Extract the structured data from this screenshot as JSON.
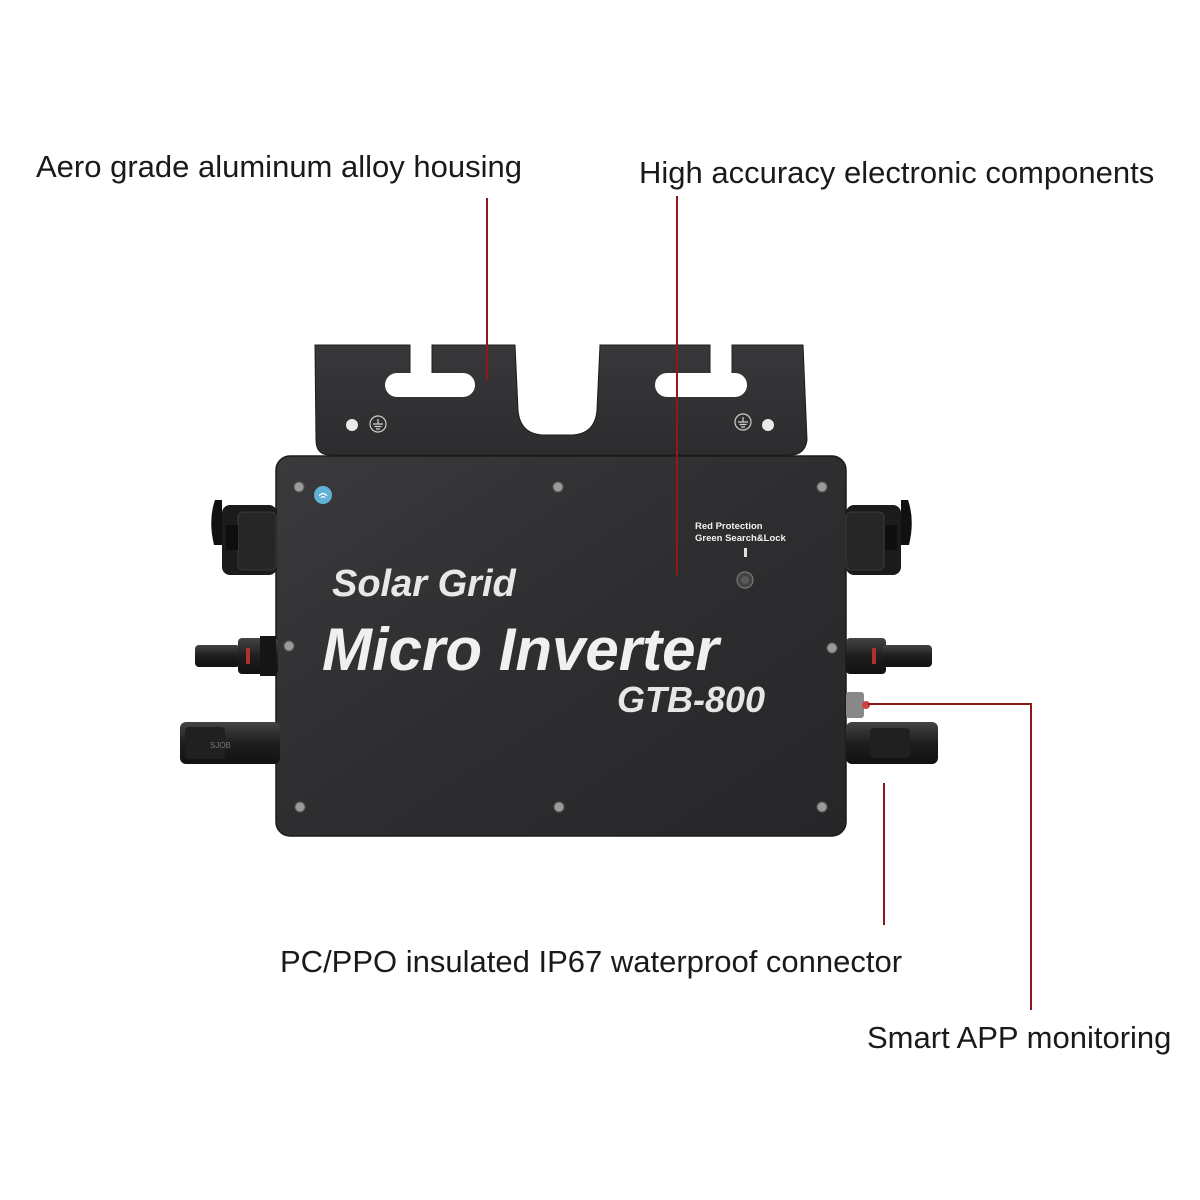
{
  "callouts": {
    "housing": "Aero grade aluminum alloy housing",
    "components": "High accuracy electronic components",
    "connector": "PC/PPO insulated IP67 waterproof connector",
    "app": "Smart APP monitoring"
  },
  "device": {
    "brand_line": "Solar Grid",
    "product_name": "Micro Inverter",
    "model": "GTB-800",
    "status_line_1": "Red Protection",
    "status_line_2": "Green Search&Lock",
    "body_color": "#2f2f31",
    "bracket_color": "#333335",
    "leader_color": "#8b1a1a"
  },
  "icons": [
    "ground-icon",
    "wifi-badge-icon",
    "status-led-icon",
    "screw-icon",
    "waterproof-cap-icon",
    "mc4-connector-icon",
    "antenna-port-icon"
  ]
}
